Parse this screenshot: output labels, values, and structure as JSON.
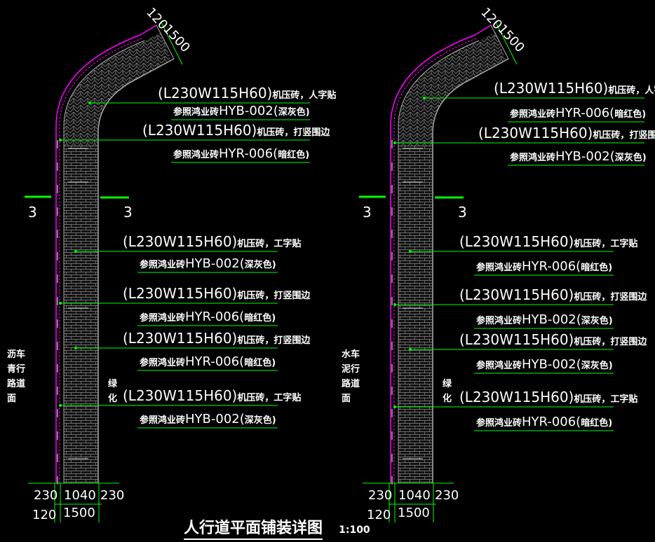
{
  "title": {
    "text": "人行道平面铺装详图",
    "scale": "1:100"
  },
  "colors": {
    "background": "#000000",
    "leader": "#00ff00",
    "curb": "#ff00ff",
    "text": "#ffffff",
    "paving": "#aaaaaa"
  },
  "section_marks": {
    "left": "3",
    "right": "3"
  },
  "dimensions": {
    "top": {
      "curb": "120",
      "width": "1500"
    },
    "bottom": {
      "left_curb": "230",
      "center": "1040",
      "right_curb": "230",
      "curb": "120",
      "width": "1500"
    }
  },
  "panels": [
    {
      "road_label": [
        "沥车",
        "青行",
        "路道",
        "面"
      ],
      "green_label": [
        "绿",
        "化"
      ],
      "annotations": [
        {
          "spec": "(L230W115H60)",
          "desc": "机压砖，人字贴",
          "ref_prefix": "参照鸿业砖",
          "ref_code": "HYB-002(",
          "color": "深灰色)"
        },
        {
          "spec": "(L230W115H60)",
          "desc": "机压砖，打竖围边",
          "ref_prefix": "参照鸿业砖",
          "ref_code": "HYR-006(",
          "color": "暗红色)"
        },
        {
          "spec": "(L230W115H60)",
          "desc": "机压砖，工字贴",
          "ref_prefix": "参照鸿业砖",
          "ref_code": "HYB-002(",
          "color": "深灰色)"
        },
        {
          "spec": "(L230W115H60)",
          "desc": "机压砖，打竖围边",
          "ref_prefix": "参照鸿业砖",
          "ref_code": "HYR-006(",
          "color": "暗红色)"
        },
        {
          "spec": "(L230W115H60)",
          "desc": "机压砖，打竖围边",
          "ref_prefix": "参照鸿业砖",
          "ref_code": "HYR-006(",
          "color": "暗红色)"
        },
        {
          "spec": "(L230W115H60)",
          "desc": "机压砖，工字贴",
          "ref_prefix": "参照鸿业砖",
          "ref_code": "HYB-002(",
          "color": "深灰色)"
        }
      ]
    },
    {
      "road_label": [
        "水车",
        "泥行",
        "路道",
        "面"
      ],
      "green_label": [
        "绿",
        "化"
      ],
      "annotations": [
        {
          "spec": "(L230W115H60)",
          "desc": "机压砖，人字贴",
          "ref_prefix": "参照鸿业砖",
          "ref_code": "HYR-006(",
          "color": "暗红色)"
        },
        {
          "spec": "(L230W115H60)",
          "desc": "机压砖，打竖围边",
          "ref_prefix": "参照鸿业砖",
          "ref_code": "HYB-002(",
          "color": "深灰色)"
        },
        {
          "spec": "(L230W115H60)",
          "desc": "机压砖，工字贴",
          "ref_prefix": "参照鸿业砖",
          "ref_code": "HYR-006(",
          "color": "暗红色)"
        },
        {
          "spec": "(L230W115H60)",
          "desc": "机压砖，打竖围边",
          "ref_prefix": "参照鸿业砖",
          "ref_code": "HYB-002(",
          "color": "深灰色)"
        },
        {
          "spec": "(L230W115H60)",
          "desc": "机压砖，打竖围边",
          "ref_prefix": "参照鸿业砖",
          "ref_code": "HYB-002(",
          "color": "深灰色)"
        },
        {
          "spec": "(L230W115H60)",
          "desc": "机压砖，工字贴",
          "ref_prefix": "参照鸿业砖",
          "ref_code": "HYR-006(",
          "color": "暗红色)"
        }
      ]
    }
  ]
}
